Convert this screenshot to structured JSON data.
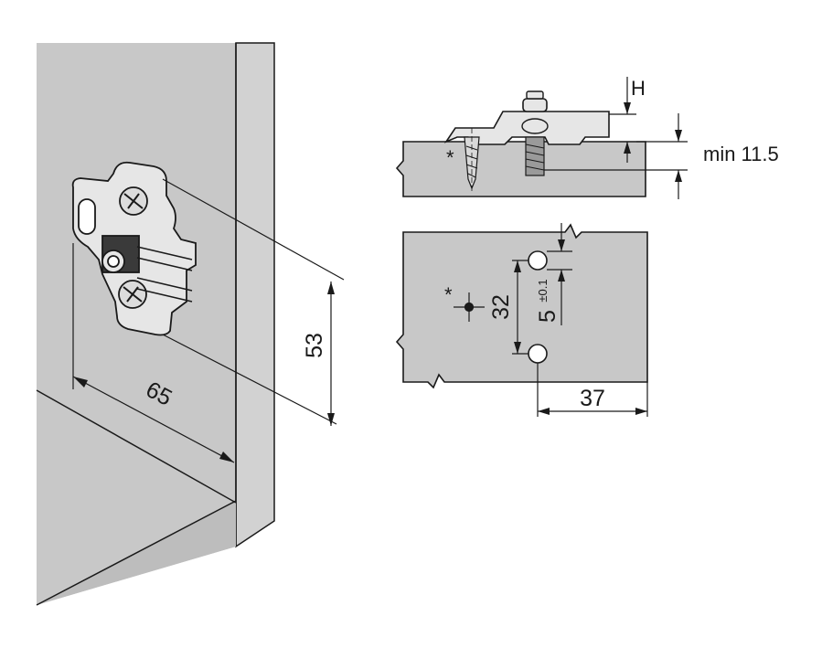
{
  "colors": {
    "panel": "#c8c8c8",
    "panel_light": "#d6d6d6",
    "line": "#1a1a1a",
    "metal": "#d9d9d9",
    "background": "#ffffff"
  },
  "perspective_view": {
    "dim_height": "53",
    "dim_width": "65"
  },
  "section_view": {
    "dim_height_label": "H",
    "dim_min_thickness": "min 11.5",
    "screw_marker": "*"
  },
  "plan_view": {
    "screw_marker": "*",
    "dim_hole_spacing": "32",
    "dim_offset": "5",
    "dim_offset_tolerance": "±0.1",
    "dim_edge_distance": "37"
  }
}
